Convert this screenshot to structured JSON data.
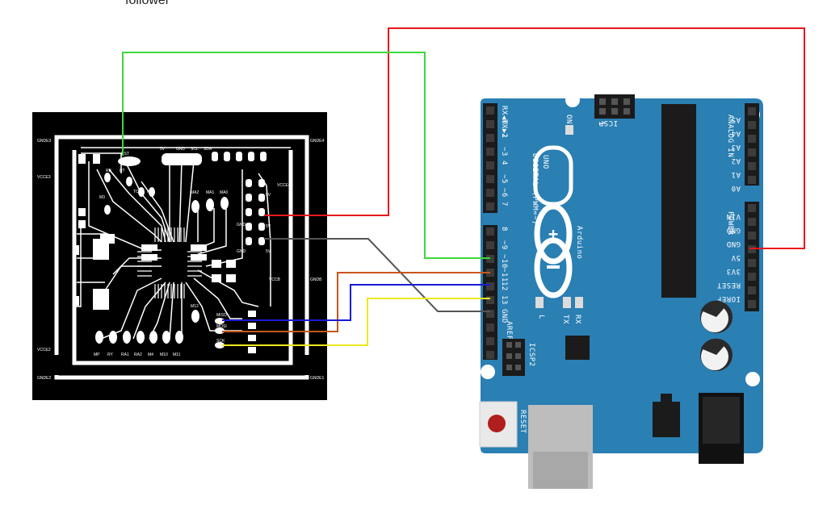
{
  "caption": "follower",
  "pcb": {
    "corner_labels": [
      "GNDE3",
      "GNDE4",
      "GNDE2",
      "GNDE1"
    ],
    "side_labels": [
      "VCCE3",
      "VCCE4",
      "VCCE2",
      "VCCE1",
      "VCCB",
      "GNDB"
    ],
    "header_labels": [
      "5V",
      "GND",
      "SCL",
      "SDA"
    ],
    "motor_labels": [
      "MA2",
      "MA1",
      "MA0"
    ],
    "misc_labels": [
      "RST",
      "RB",
      "RT",
      "M3",
      "TC",
      "M1",
      "5V",
      "GND",
      "5V",
      "GND",
      "5V",
      "M12"
    ],
    "spi_labels": [
      "MISO",
      "MOSI",
      "SCK"
    ],
    "bottom_labels": [
      "MP",
      "RY",
      "RA1",
      "RA2",
      "M4",
      "M10",
      "M11"
    ]
  },
  "arduino": {
    "brand": "Arduino",
    "model": "UNO",
    "digital_title": "DIGITAL (PWM=~)",
    "analog_title": "ANALOG IN",
    "power_title": "POWER",
    "digital_pins": [
      "RX◀0",
      "TX▶1",
      "2",
      "~3",
      "4",
      "~5",
      "~6",
      "7",
      "8",
      "~9",
      "~10",
      "~11",
      "12",
      "13",
      "GND",
      "AREF"
    ],
    "analog_pins": [
      "A5",
      "A4",
      "A3",
      "A2",
      "A1",
      "A0"
    ],
    "power_pins": [
      "VIN",
      "GND",
      "GND",
      "5V",
      "3V3",
      "RESET",
      "IOREF"
    ],
    "icsp_label": "ICSP",
    "icsp2_label": "ICSP2",
    "on_label": "ON",
    "l_label": "L",
    "tx_label": "TX",
    "rx_label": "RX",
    "reset_label": "RESET",
    "icsp_pin1": "1"
  },
  "colors": {
    "board": "#2a7fb3",
    "board_dark": "#1f6590",
    "pcb": "#000000",
    "wire_red": "#e8171d",
    "wire_green": "#3bd93b",
    "wire_orange": "#c8561b",
    "wire_blue": "#1a1ad6",
    "wire_yellow": "#f0e81e",
    "wire_gray": "#555555"
  }
}
